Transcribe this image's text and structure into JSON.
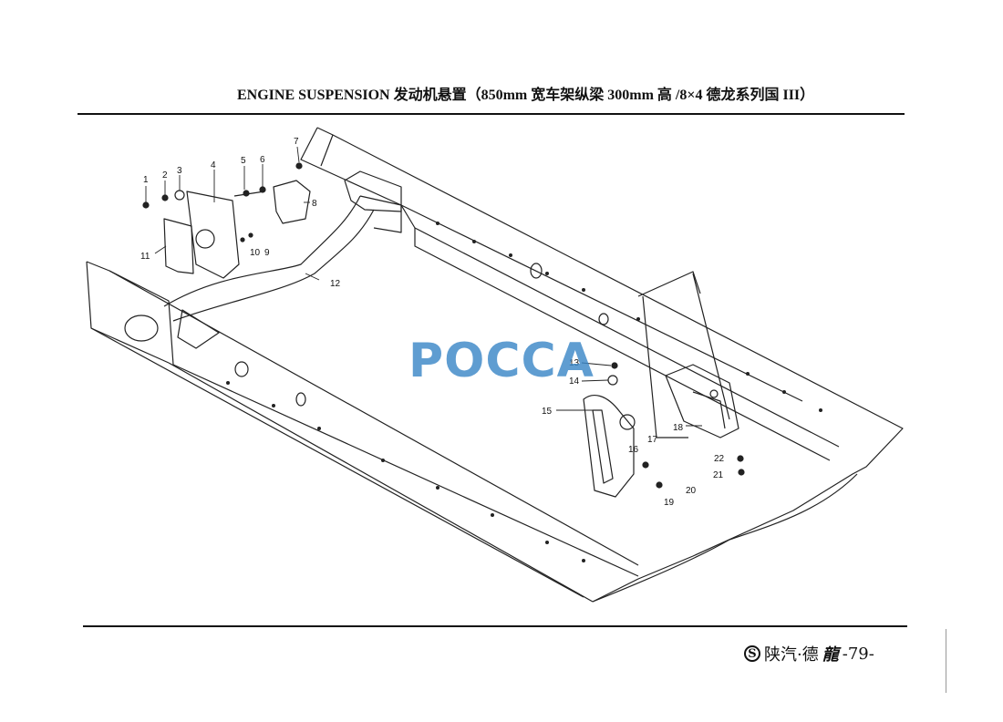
{
  "header": {
    "title": "ENGINE SUSPENSION 发动机悬置（850mm 宽车架纵梁 300mm 高 /8×4 德龙系列国 III）"
  },
  "watermark": {
    "text": "POCCA"
  },
  "footer": {
    "brand_icon": "shaanxi-auto-logo-icon",
    "brand": "陕汽·德",
    "brand_char": "龍",
    "page": "-79-"
  },
  "diagram": {
    "callouts": [
      "1",
      "2",
      "3",
      "4",
      "5",
      "6",
      "7",
      "8",
      "9",
      "10",
      "11",
      "12",
      "13",
      "14",
      "15",
      "16",
      "17",
      "18",
      "19",
      "20",
      "21",
      "22"
    ]
  }
}
